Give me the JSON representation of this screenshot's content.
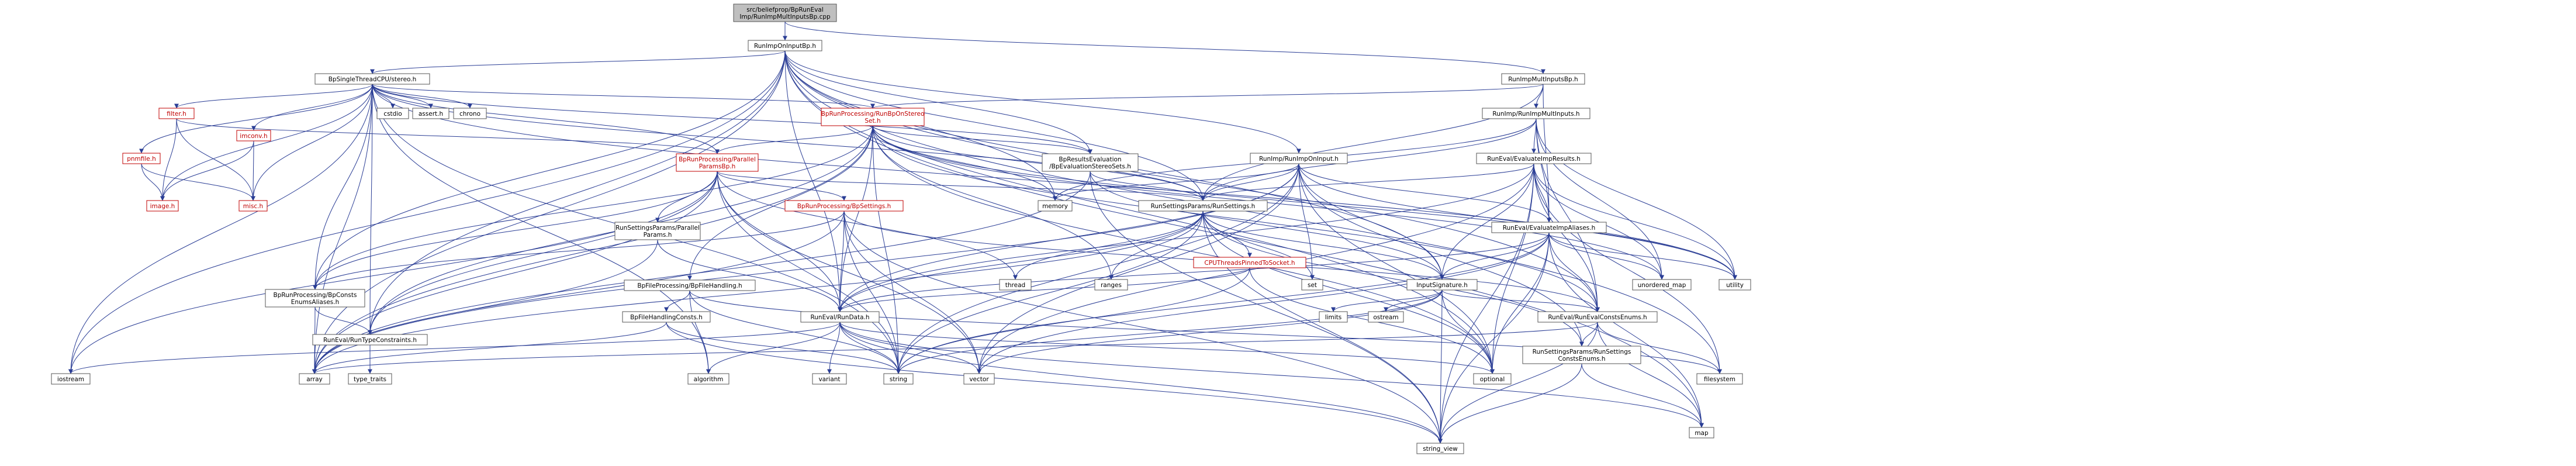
{
  "colors": {
    "edge": "#2a3d95",
    "node_border": "#555555",
    "node_fill": "#ffffff",
    "root_fill": "#bfbfbf",
    "text_default": "#000000",
    "text_link_red": "#c00000"
  },
  "nodes": [
    {
      "id": "root",
      "lines": [
        "src/beliefprop/BpRunEval",
        "Imp/RunImpMultInputsBp.cpp"
      ],
      "style": "root"
    },
    {
      "id": "runimponinputbp",
      "lines": [
        "RunImpOnInputBp.h"
      ]
    },
    {
      "id": "runimpmultinputsbp",
      "lines": [
        "RunImpMultInputsBp.h"
      ]
    },
    {
      "id": "bpsinglethreadcpu",
      "lines": [
        "BpSingleThreadCPU/stereo.h"
      ]
    },
    {
      "id": "filter",
      "lines": [
        "filter.h"
      ],
      "style": "red"
    },
    {
      "id": "imconv",
      "lines": [
        "imconv.h"
      ],
      "style": "red"
    },
    {
      "id": "pnmfile",
      "lines": [
        "pnmfile.h"
      ],
      "style": "red"
    },
    {
      "id": "image",
      "lines": [
        "image.h"
      ],
      "style": "red"
    },
    {
      "id": "misc",
      "lines": [
        "misc.h"
      ],
      "style": "red"
    },
    {
      "id": "cstdio",
      "lines": [
        "cstdio"
      ]
    },
    {
      "id": "assert",
      "lines": [
        "assert.h"
      ]
    },
    {
      "id": "chrono",
      "lines": [
        "chrono"
      ]
    },
    {
      "id": "bprunprocessing_optstereo",
      "lines": [
        "BpRunProcessing/RunBpOnStereo",
        "Set.h"
      ],
      "style": "red"
    },
    {
      "id": "bprunprocessing_parallel",
      "lines": [
        "BpRunProcessing/Parallel",
        "ParamsBp.h"
      ],
      "style": "red"
    },
    {
      "id": "bpresultsevaluation",
      "lines": [
        "BpResultsEvaluation",
        "/BpEvaluationStereoSets.h"
      ]
    },
    {
      "id": "runimprunimpmultinputs",
      "lines": [
        "RunImp/RunImpMultInputs.h"
      ]
    },
    {
      "id": "runimprunimponinput",
      "lines": [
        "RunImp/RunImpOnInput.h"
      ]
    },
    {
      "id": "runevalevaluateimpresults",
      "lines": [
        "RunEval/EvaluateImpResults.h"
      ]
    },
    {
      "id": "runsettingsparamsrunsettings",
      "lines": [
        "RunSettingsParams/RunSettings.h"
      ]
    },
    {
      "id": "runevalevaluateimpaliases",
      "lines": [
        "RunEval/EvaluateImpAliases.h"
      ]
    },
    {
      "id": "runsettingsparallel",
      "lines": [
        "RunSettingsParams/Parallel",
        "Params.h"
      ]
    },
    {
      "id": "bprunprocessingbpsettings",
      "lines": [
        "BpRunProcessing/BpSettings.h"
      ],
      "style": "red"
    },
    {
      "id": "cputhreadspinned",
      "lines": [
        "CPUThreadsPinnedToSocket.h"
      ],
      "style": "red"
    },
    {
      "id": "inputsignature",
      "lines": [
        "InputSignature.h"
      ]
    },
    {
      "id": "bpfileprocessing",
      "lines": [
        "BpFileProcessing/BpFileHandling.h"
      ]
    },
    {
      "id": "bprunprocessingbpconsts",
      "lines": [
        "BpRunProcessing/BpConsts",
        "EnumsAliases.h"
      ]
    },
    {
      "id": "runevalruntypeconstraints",
      "lines": [
        "RunEval/RunTypeConstraints.h"
      ]
    },
    {
      "id": "bpfilehandlingconsts",
      "lines": [
        "BpFileHandlingConsts.h"
      ]
    },
    {
      "id": "runevalrundata",
      "lines": [
        "RunEval/RunData.h"
      ]
    },
    {
      "id": "runevalrunevalconstsenums",
      "lines": [
        "RunEval/RunEvalConstsEnums.h"
      ]
    },
    {
      "id": "runsettingsparamsrunsettingsconsts",
      "lines": [
        "RunSettingsParams/RunSettings",
        "ConstsEnums.h"
      ]
    },
    {
      "id": "type_traits",
      "lines": [
        "type_traits"
      ]
    },
    {
      "id": "iostream",
      "lines": [
        "iostream"
      ]
    },
    {
      "id": "array",
      "lines": [
        "array"
      ]
    },
    {
      "id": "algorithm",
      "lines": [
        "algorithm"
      ]
    },
    {
      "id": "variant",
      "lines": [
        "variant"
      ]
    },
    {
      "id": "string",
      "lines": [
        "string"
      ]
    },
    {
      "id": "vector",
      "lines": [
        "vector"
      ]
    },
    {
      "id": "optional",
      "lines": [
        "optional"
      ]
    },
    {
      "id": "filesystem",
      "lines": [
        "filesystem"
      ]
    },
    {
      "id": "map",
      "lines": [
        "map"
      ]
    },
    {
      "id": "string_view",
      "lines": [
        "string_view"
      ]
    },
    {
      "id": "memory",
      "lines": [
        "memory"
      ]
    },
    {
      "id": "thread",
      "lines": [
        "thread"
      ]
    },
    {
      "id": "ranges",
      "lines": [
        "ranges"
      ]
    },
    {
      "id": "set",
      "lines": [
        "set"
      ]
    },
    {
      "id": "limits",
      "lines": [
        "limits"
      ]
    },
    {
      "id": "ostream",
      "lines": [
        "ostream"
      ]
    },
    {
      "id": "unordered_map",
      "lines": [
        "unordered_map"
      ]
    },
    {
      "id": "utility",
      "lines": [
        "utility"
      ]
    }
  ],
  "edges": [
    [
      "root",
      "runimponinputbp"
    ],
    [
      "root",
      "runimpmultinputsbp"
    ],
    [
      "runimponinputbp",
      "bpsinglethreadcpu"
    ],
    [
      "runimponinputbp",
      "bprunprocessingbpconsts"
    ],
    [
      "runimponinputbp",
      "runevalruntypeconstraints"
    ],
    [
      "runimponinputbp",
      "runevalrundata"
    ],
    [
      "runimponinputbp",
      "runevalrunevalconstsenums"
    ],
    [
      "runimponinputbp",
      "bpresultsevaluation"
    ],
    [
      "runimponinputbp",
      "runsettingsparamsrunsettings"
    ],
    [
      "runimponinputbp",
      "runimprunimponinput"
    ],
    [
      "runimponinputbp",
      "inputsignature"
    ],
    [
      "runimponinputbp",
      "iostream"
    ],
    [
      "runimponinputbp",
      "array"
    ],
    [
      "runimponinputbp",
      "memory"
    ],
    [
      "runimponinputbp",
      "map"
    ],
    [
      "runimponinputbp",
      "filesystem"
    ],
    [
      "runimponinputbp",
      "optional"
    ],
    [
      "runimpmultinputsbp",
      "runimprunimpmultinputs"
    ],
    [
      "runimpmultinputsbp",
      "runevalevaluateimpaliases"
    ],
    [
      "runimpmultinputsbp",
      "runsettingsparamsrunsettings"
    ],
    [
      "runimpmultinputsbp",
      "bprunprocessing_optstereo"
    ],
    [
      "bpsinglethreadcpu",
      "filter"
    ],
    [
      "bpsinglethreadcpu",
      "imconv"
    ],
    [
      "bpsinglethreadcpu",
      "pnmfile"
    ],
    [
      "bpsinglethreadcpu",
      "image"
    ],
    [
      "bpsinglethreadcpu",
      "misc"
    ],
    [
      "bpsinglethreadcpu",
      "cstdio"
    ],
    [
      "bpsinglethreadcpu",
      "assert"
    ],
    [
      "bpsinglethreadcpu",
      "chrono"
    ],
    [
      "bpsinglethreadcpu",
      "bprunprocessing_optstereo"
    ],
    [
      "bpsinglethreadcpu",
      "bprunprocessing_parallel"
    ],
    [
      "bpsinglethreadcpu",
      "bpresultsevaluation"
    ],
    [
      "bpsinglethreadcpu",
      "runsettingsparamsrunsettings"
    ],
    [
      "bpsinglethreadcpu",
      "bprunprocessingbpconsts"
    ],
    [
      "bpsinglethreadcpu",
      "runevalruntypeconstraints"
    ],
    [
      "bpsinglethreadcpu",
      "iostream"
    ],
    [
      "bpsinglethreadcpu",
      "array"
    ],
    [
      "bpsinglethreadcpu",
      "algorithm"
    ],
    [
      "bpsinglethreadcpu",
      "string"
    ],
    [
      "bpsinglethreadcpu",
      "utility"
    ],
    [
      "filter",
      "image"
    ],
    [
      "filter",
      "misc"
    ],
    [
      "filter",
      "bprunprocessing_parallel"
    ],
    [
      "imconv",
      "image"
    ],
    [
      "imconv",
      "misc"
    ],
    [
      "pnmfile",
      "image"
    ],
    [
      "pnmfile",
      "misc"
    ],
    [
      "bprunprocessing_optstereo",
      "bprunprocessing_parallel"
    ],
    [
      "bprunprocessing_optstereo",
      "bpresultsevaluation"
    ],
    [
      "bprunprocessing_optstereo",
      "bprunprocessingbpconsts"
    ],
    [
      "bprunprocessing_optstereo",
      "runevalruntypeconstraints"
    ],
    [
      "bprunprocessing_optstereo",
      "runevalrundata"
    ],
    [
      "bprunprocessing_optstereo",
      "runsettingsparamsrunsettings"
    ],
    [
      "bprunprocessing_optstereo",
      "bpfileprocessing"
    ],
    [
      "bprunprocessing_optstereo",
      "runevalrunevalconstsenums"
    ],
    [
      "bprunprocessing_optstereo",
      "array"
    ],
    [
      "bprunprocessing_optstereo",
      "string"
    ],
    [
      "bprunprocessing_optstereo",
      "memory"
    ],
    [
      "bprunprocessing_optstereo",
      "optional"
    ],
    [
      "bprunprocessing_optstereo",
      "ranges"
    ],
    [
      "bprunprocessing_optstereo",
      "unordered_map"
    ],
    [
      "bprunprocessing_optstereo",
      "utility"
    ],
    [
      "bprunprocessing_parallel",
      "runsettingsparallel"
    ],
    [
      "bprunprocessing_parallel",
      "bprunprocessingbpsettings"
    ],
    [
      "bprunprocessing_parallel",
      "bprunprocessingbpconsts"
    ],
    [
      "bprunprocessing_parallel",
      "runevalrundata"
    ],
    [
      "bprunprocessing_parallel",
      "runsettingsparamsrunsettings"
    ],
    [
      "bprunprocessing_parallel",
      "runevalruntypeconstraints"
    ],
    [
      "bprunprocessing_parallel",
      "array"
    ],
    [
      "bprunprocessing_parallel",
      "string"
    ],
    [
      "bprunprocessing_parallel",
      "vector"
    ],
    [
      "bprunprocessing_parallel",
      "thread"
    ],
    [
      "bprunprocessing_parallel",
      "iostream"
    ],
    [
      "bpresultsevaluation",
      "runsettingsparamsrunsettings"
    ],
    [
      "bpresultsevaluation",
      "inputsignature"
    ],
    [
      "bpresultsevaluation",
      "array"
    ],
    [
      "bpresultsevaluation",
      "string_view"
    ],
    [
      "runimprunimpmultinputs",
      "runevalevaluateimpresults"
    ],
    [
      "runimprunimpmultinputs",
      "runevalevaluateimpaliases"
    ],
    [
      "runimprunimpmultinputs",
      "runsettingsparamsrunsettings"
    ],
    [
      "runimprunimpmultinputs",
      "runevalrunevalconstsenums"
    ],
    [
      "runimprunimpmultinputs",
      "memory"
    ],
    [
      "runimprunimpmultinputs",
      "utility"
    ],
    [
      "runimprunimpmultinputs",
      "unordered_map"
    ],
    [
      "runimprunimponinput",
      "runevalevaluateimpaliases"
    ],
    [
      "runimprunimponinput",
      "runsettingsparamsrunsettings"
    ],
    [
      "runimprunimponinput",
      "runevalrundata"
    ],
    [
      "runimprunimponinput",
      "runsettingsparamsrunsettingsconsts"
    ],
    [
      "runimprunimponinput",
      "inputsignature"
    ],
    [
      "runimprunimponinput",
      "array"
    ],
    [
      "runimprunimponinput",
      "string"
    ],
    [
      "runimprunimponinput",
      "vector"
    ],
    [
      "runimprunimponinput",
      "memory"
    ],
    [
      "runimprunimponinput",
      "optional"
    ],
    [
      "runimprunimponinput",
      "set"
    ],
    [
      "runimprunimponinput",
      "utility"
    ],
    [
      "runevalevaluateimpresults",
      "runevalevaluateimpaliases"
    ],
    [
      "runevalevaluateimpresults",
      "runsettingsparamsrunsettings"
    ],
    [
      "runevalevaluateimpresults",
      "runevalrundata"
    ],
    [
      "runevalevaluateimpresults",
      "runevalrunevalconstsenums"
    ],
    [
      "runevalevaluateimpresults",
      "inputsignature"
    ],
    [
      "runevalevaluateimpresults",
      "vector"
    ],
    [
      "runevalevaluateimpresults",
      "optional"
    ],
    [
      "runevalevaluateimpresults",
      "filesystem"
    ],
    [
      "runevalevaluateimpresults",
      "string_view"
    ],
    [
      "runevalevaluateimpresults",
      "unordered_map"
    ],
    [
      "runevalevaluateimpresults",
      "utility"
    ],
    [
      "runsettingsparamsrunsettings",
      "cputhreadspinned"
    ],
    [
      "runsettingsparamsrunsettings",
      "inputsignature"
    ],
    [
      "runsettingsparamsrunsettings",
      "runsettingsparamsrunsettingsconsts"
    ],
    [
      "runsettingsparamsrunsettings",
      "runevalrundata"
    ],
    [
      "runsettingsparamsrunsettings",
      "string"
    ],
    [
      "runsettingsparamsrunsettings",
      "string_view"
    ],
    [
      "runsettingsparamsrunsettings",
      "thread"
    ],
    [
      "runsettingsparamsrunsettings",
      "ranges"
    ],
    [
      "runsettingsparamsrunsettings",
      "set"
    ],
    [
      "runsettingsparamsrunsettings",
      "optional"
    ],
    [
      "runsettingsparamsrunsettings",
      "array"
    ],
    [
      "runevalevaluateimpaliases",
      "inputsignature"
    ],
    [
      "runevalevaluateimpaliases",
      "runevalrundata"
    ],
    [
      "runevalevaluateimpaliases",
      "runevalrunevalconstsenums"
    ],
    [
      "runevalevaluateimpaliases",
      "map"
    ],
    [
      "runevalevaluateimpaliases",
      "string"
    ],
    [
      "runevalevaluateimpaliases",
      "vector"
    ],
    [
      "runevalevaluateimpaliases",
      "optional"
    ],
    [
      "runevalevaluateimpaliases",
      "unordered_map"
    ],
    [
      "runevalevaluateimpaliases",
      "utility"
    ],
    [
      "runevalevaluateimpaliases",
      "string_view"
    ],
    [
      "runsettingsparallel",
      "runevalrundata"
    ],
    [
      "runsettingsparallel",
      "array"
    ],
    [
      "bprunprocessingbpsettings",
      "bprunprocessingbpconsts"
    ],
    [
      "bprunprocessingbpsettings",
      "runevalrundata"
    ],
    [
      "bprunprocessingbpsettings",
      "runevalrunevalconstsenums"
    ],
    [
      "bprunprocessingbpsettings",
      "string"
    ],
    [
      "bprunprocessingbpsettings",
      "vector"
    ],
    [
      "bprunprocessingbpsettings",
      "array"
    ],
    [
      "bprunprocessingbpsettings",
      "string_view"
    ],
    [
      "cputhreadspinned",
      "runevalrundata"
    ],
    [
      "cputhreadspinned",
      "string"
    ],
    [
      "cputhreadspinned",
      "optional"
    ],
    [
      "inputsignature",
      "runevalrunevalconstsenums"
    ],
    [
      "inputsignature",
      "limits"
    ],
    [
      "inputsignature",
      "ostream"
    ],
    [
      "inputsignature",
      "string"
    ],
    [
      "inputsignature",
      "string_view"
    ],
    [
      "inputsignature",
      "optional"
    ],
    [
      "inputsignature",
      "vector"
    ],
    [
      "bpfileprocessing",
      "bpfilehandlingconsts"
    ],
    [
      "bpfileprocessing",
      "filesystem"
    ],
    [
      "bpfileprocessing",
      "algorithm"
    ],
    [
      "bpfileprocessing",
      "string"
    ],
    [
      "bprunprocessingbpconsts",
      "runevalruntypeconstraints"
    ],
    [
      "bprunprocessingbpconsts",
      "array"
    ],
    [
      "runevalruntypeconstraints",
      "type_traits"
    ],
    [
      "bpfilehandlingconsts",
      "array"
    ],
    [
      "bpfilehandlingconsts",
      "string"
    ],
    [
      "bpfilehandlingconsts",
      "string_view"
    ],
    [
      "runevalrundata",
      "iostream"
    ],
    [
      "runevalrundata",
      "algorithm"
    ],
    [
      "runevalrundata",
      "variant"
    ],
    [
      "runevalrundata",
      "string"
    ],
    [
      "runevalrundata",
      "vector"
    ],
    [
      "runevalrundata",
      "optional"
    ],
    [
      "runevalrundata",
      "map"
    ],
    [
      "runevalrundata",
      "string_view"
    ],
    [
      "runevalrunevalconstsenums",
      "runsettingsparamsrunsettingsconsts"
    ],
    [
      "runevalrunevalconstsenums",
      "array"
    ],
    [
      "runevalrunevalconstsenums",
      "map"
    ],
    [
      "runevalrunevalconstsenums",
      "string_view"
    ],
    [
      "runevalrunevalconstsenums",
      "filesystem"
    ],
    [
      "runsettingsparamsrunsettingsconsts",
      "map"
    ],
    [
      "runsettingsparamsrunsettingsconsts",
      "string_view"
    ]
  ]
}
